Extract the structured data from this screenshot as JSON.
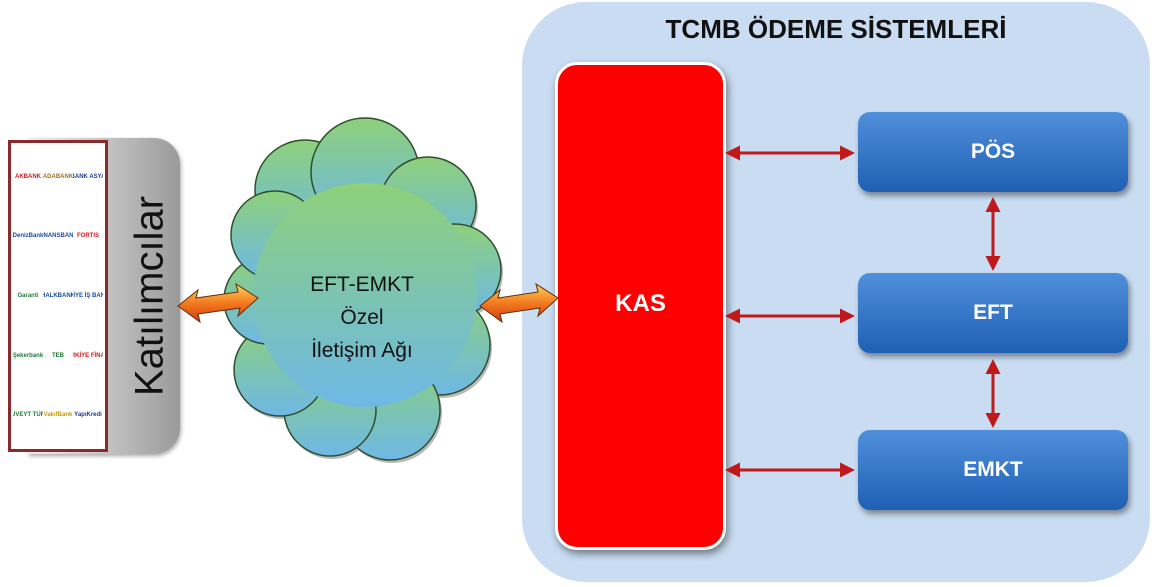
{
  "system": {
    "title": "TCMB ÖDEME SİSTEMLERİ",
    "kas_label": "KAS",
    "modules": [
      {
        "label": "PÖS"
      },
      {
        "label": "EFT"
      },
      {
        "label": "EMKT"
      }
    ]
  },
  "network": {
    "line1": "EFT-EMKT",
    "line2": "Özel",
    "line3": "İletişim Ağı"
  },
  "participants": {
    "label": "Katılımcılar",
    "logos": [
      {
        "text": "AKBANK",
        "color": "#d01c1c"
      },
      {
        "text": "ADABANK",
        "color": "#a07020"
      },
      {
        "text": "BANK ASYA",
        "color": "#1e3d8f"
      },
      {
        "text": "DenizBank",
        "color": "#1e4aa0"
      },
      {
        "text": "FİNANSBANK",
        "color": "#1e4aa0"
      },
      {
        "text": "FORTIS",
        "color": "#d01c1c"
      },
      {
        "text": "Garanti",
        "color": "#1f7a3a"
      },
      {
        "text": "HALKBANK",
        "color": "#1e4aa0"
      },
      {
        "text": "TÜRKİYE İŞ BANKASI",
        "color": "#1e4aa0"
      },
      {
        "text": "Şekerbank",
        "color": "#1f7a3a"
      },
      {
        "text": "TEB",
        "color": "#1f7a3a"
      },
      {
        "text": "TÜRKİYE FİNANS",
        "color": "#d01c1c"
      },
      {
        "text": "KUVEYT TÜRK",
        "color": "#1f7a3a"
      },
      {
        "text": "VakıfBank",
        "color": "#c59a00"
      },
      {
        "text": "YapıKredi",
        "color": "#1e3d8f"
      }
    ]
  },
  "colors": {
    "kas": "#ff0000",
    "module": "#2f6fc0",
    "panel": "#c9dcf2",
    "connector": "#c0191c",
    "link_arrow": "#f07a20"
  }
}
